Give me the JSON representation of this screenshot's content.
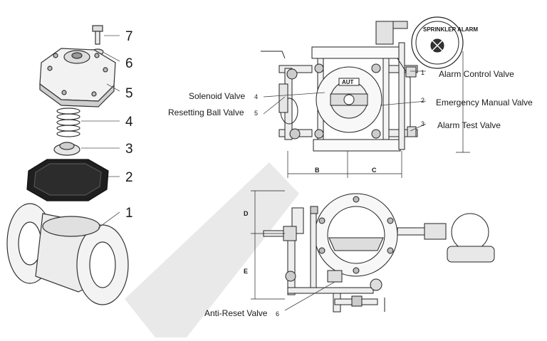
{
  "exploded_view": {
    "part_numbers": [
      "7",
      "6",
      "5",
      "4",
      "3",
      "2",
      "1"
    ]
  },
  "front_view": {
    "callouts": [
      {
        "num": "1",
        "label": "Alarm Control Valve"
      },
      {
        "num": "2",
        "label": "Emergency Manual Valve"
      },
      {
        "num": "3",
        "label": "Alarm Test Valve"
      }
    ],
    "left_labels": [
      {
        "label": "Solenoid Valve",
        "num": "4"
      },
      {
        "label": "Resetting Ball Valve",
        "num": "5"
      }
    ],
    "dimensions": [
      "B",
      "C"
    ],
    "gauge_text": "SPRINKLER ALARM",
    "aut_tag": "AUT"
  },
  "side_view": {
    "dimensions": [
      "D",
      "E"
    ],
    "bottom_label": {
      "label": "Anti-Reset Valve",
      "num": "6"
    }
  }
}
